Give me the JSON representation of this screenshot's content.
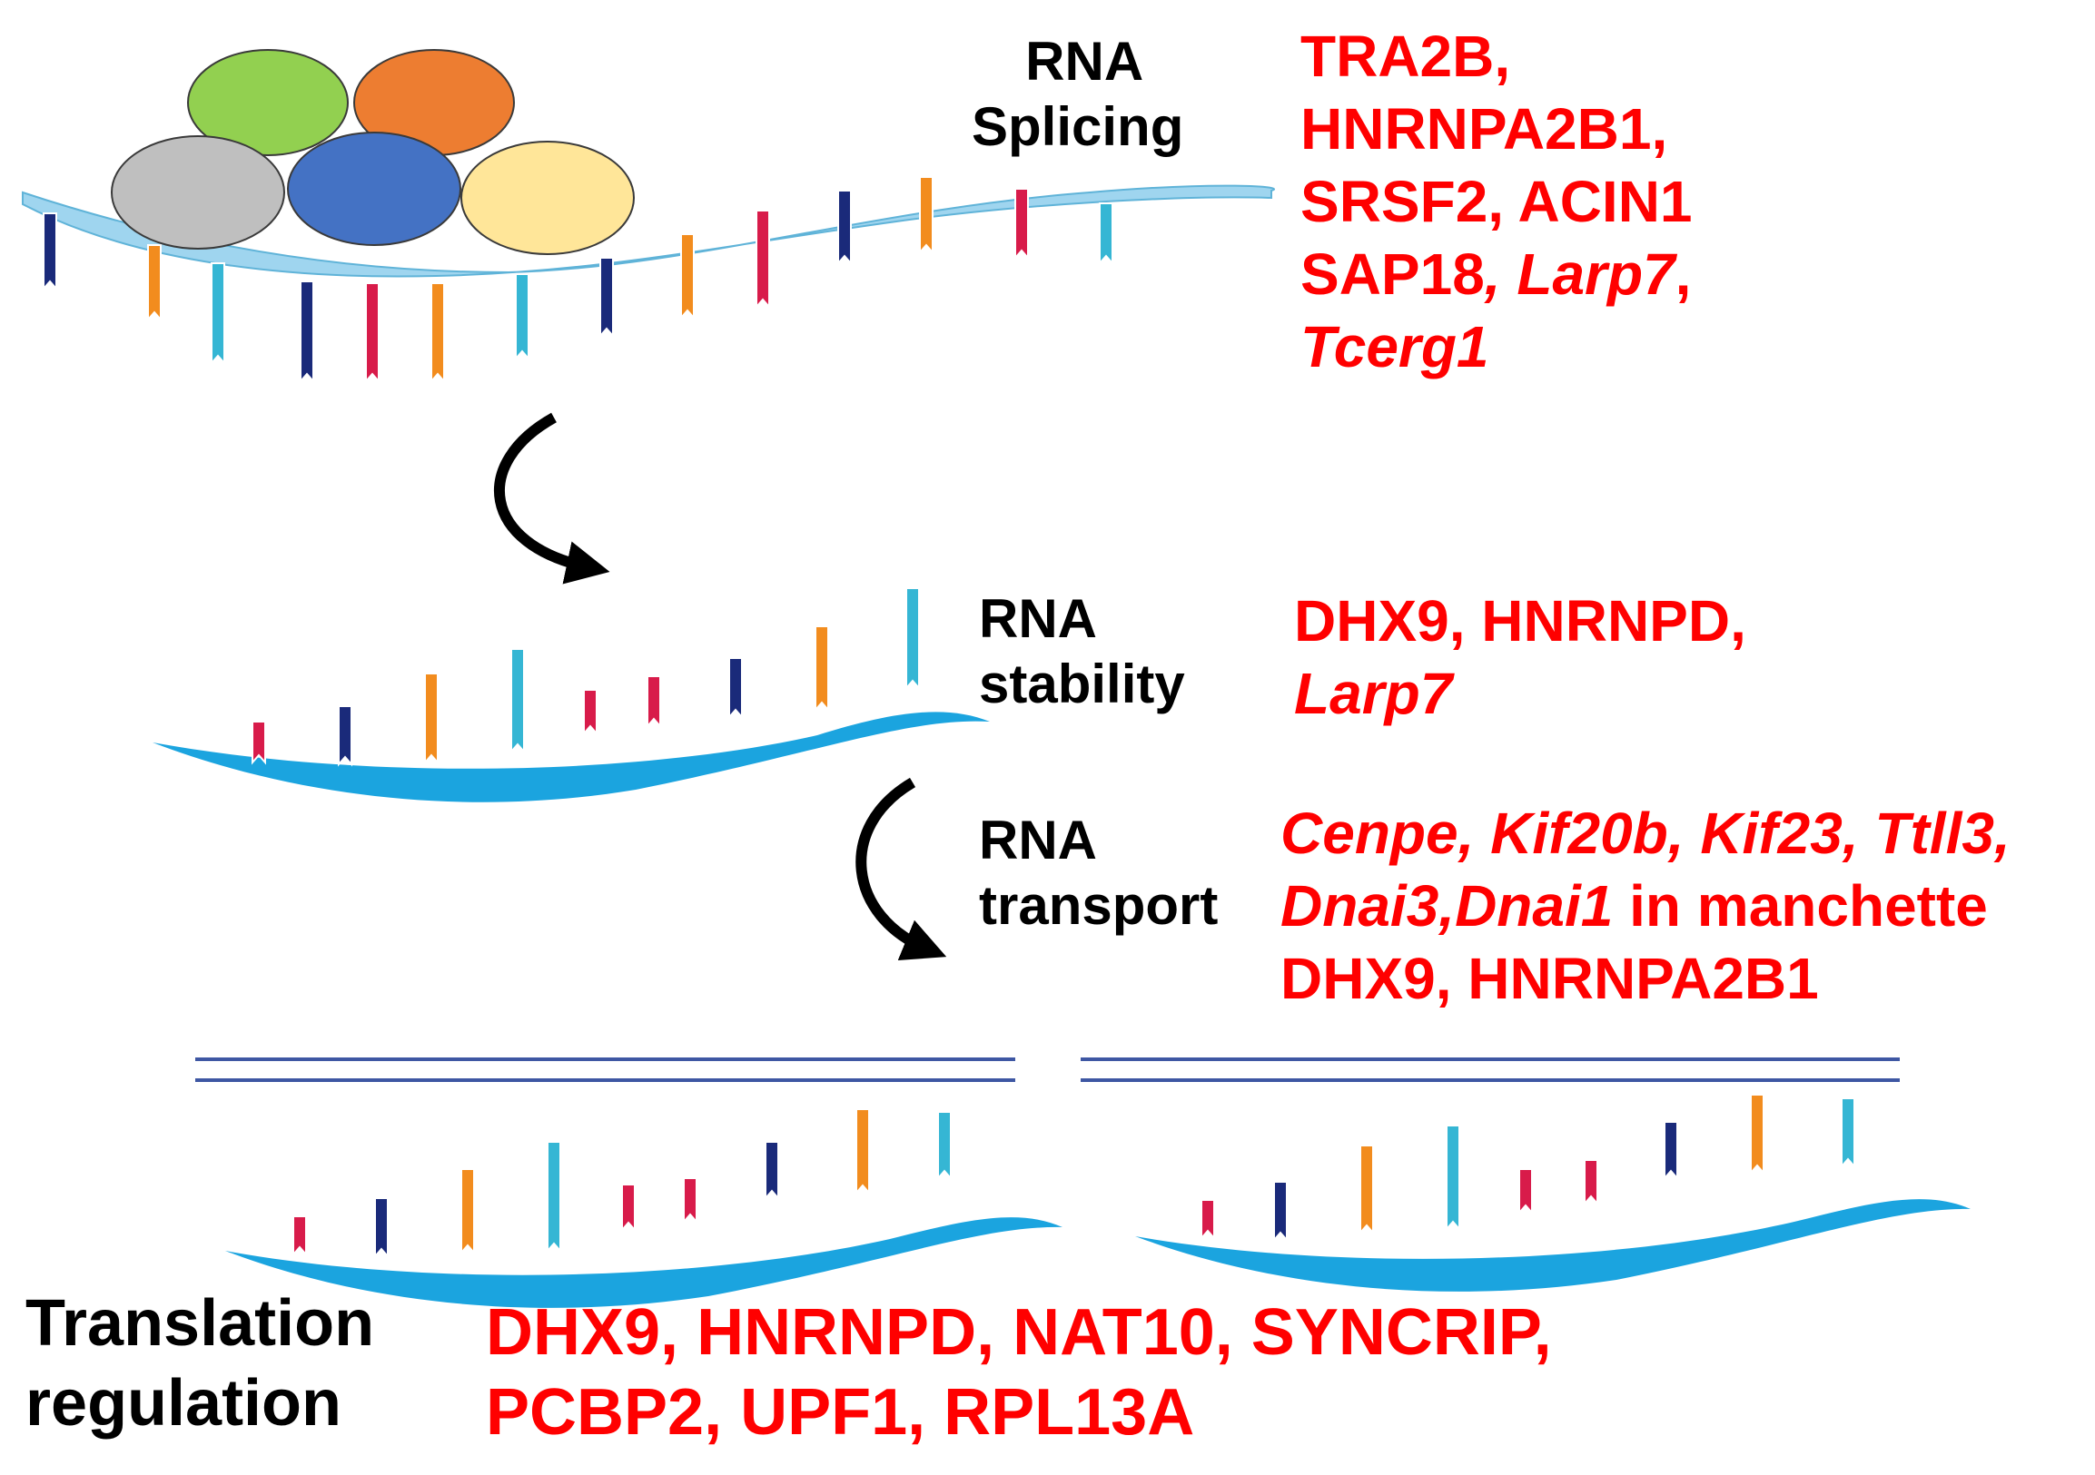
{
  "colors": {
    "gene_text": "#ff0000",
    "label_text": "#000000",
    "strand_light": "#9fd5ef",
    "strand": "#1ba4df",
    "membrane": "#3e57a3",
    "nt_navy": "#1a2a7a",
    "nt_orange": "#f28c1e",
    "nt_cyan": "#35b6d4",
    "nt_crimson": "#d81b4a",
    "protein_green": "#92d050",
    "protein_orange": "#ed7d31",
    "protein_gray": "#bfbfbf",
    "protein_blue": "#4472c4",
    "protein_yellow": "#ffe699"
  },
  "icons": [
    "curved-arrow-icon",
    "curved-arrow-icon"
  ],
  "sections": {
    "splicing": {
      "label_lines": [
        "RNA",
        "Splicing"
      ],
      "gene_lines": [
        [
          {
            "t": "TRA2B,",
            "i": false
          }
        ],
        [
          {
            "t": "HNRNPA2B1,",
            "i": false
          }
        ],
        [
          {
            "t": "SRSF2, ACIN1",
            "i": false
          }
        ],
        [
          {
            "t": "SAP18",
            "i": false
          },
          {
            "t": ", Larp7",
            "i": true
          },
          {
            "t": ",",
            "i": false
          }
        ],
        [
          {
            "t": "Tcerg1",
            "i": true
          }
        ]
      ]
    },
    "stability": {
      "label_lines": [
        "RNA",
        "stability"
      ],
      "gene_lines": [
        [
          {
            "t": "DHX9, HNRNPD,",
            "i": false
          }
        ],
        [
          {
            "t": "Larp7",
            "i": true
          }
        ]
      ]
    },
    "transport": {
      "label_lines": [
        "RNA",
        "transport"
      ],
      "gene_lines": [
        [
          {
            "t": " Cenpe, Kif20b, Kif23, Ttll3,",
            "i": true
          }
        ],
        [
          {
            "t": "Dnai3,Dnai1",
            "i": true
          },
          {
            "t": " in manchette",
            "i": false
          }
        ],
        [
          {
            "t": "DHX9, HNRNPA2B1",
            "i": false
          }
        ]
      ]
    },
    "translation": {
      "label_lines": [
        "Translation",
        "regulation"
      ],
      "gene_lines": [
        [
          {
            "t": "DHX9, HNRNPD, NAT10, SYNCRIP,",
            "i": false
          }
        ],
        [
          {
            "t": "PCBP2, UPF1, RPL13A",
            "i": false
          }
        ]
      ]
    }
  }
}
